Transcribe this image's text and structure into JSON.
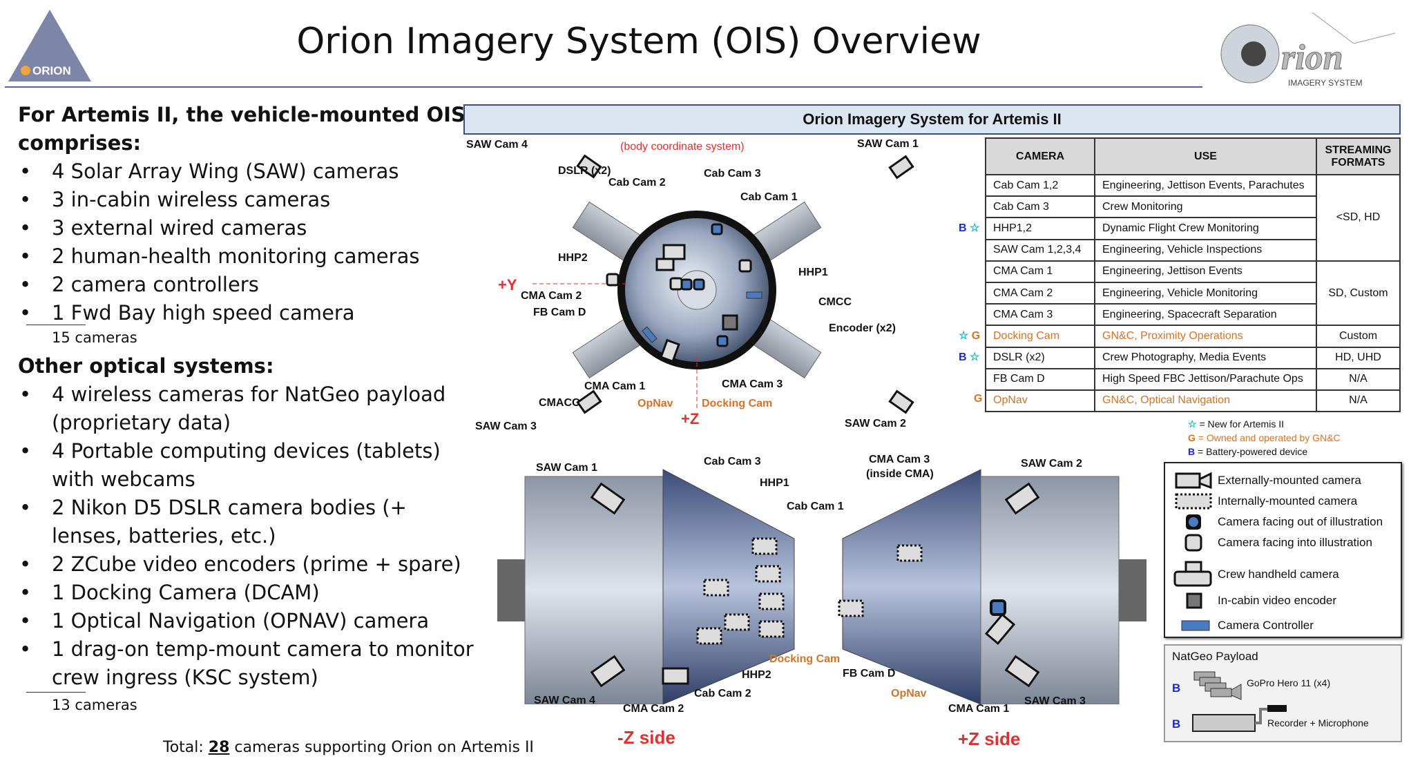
{
  "header": {
    "title": "Orion Imagery System (OIS) Overview",
    "logo_left_text": "ORION",
    "logo_right_text": "Orion IMAGERY SYSTEM"
  },
  "left": {
    "heading": "For Artemis II, the vehicle-mounted OIS comprises:",
    "items": [
      "4 Solar Array Wing (SAW) cameras",
      "3 in-cabin wireless cameras",
      "3 external wired cameras",
      "2 human-health monitoring cameras",
      "2 camera controllers",
      "1 Fwd Bay high speed camera"
    ],
    "count": "15 cameras",
    "heading2": "Other optical systems:",
    "items2": [
      "4 wireless cameras for NatGeo payload (proprietary data)",
      "4 Portable computing devices (tablets) with webcams",
      "2 Nikon D5 DSLR camera bodies (+ lenses, batteries, etc.)",
      "2 ZCube video encoders (prime + spare)",
      "1 Docking Camera (DCAM)",
      "1 Optical Navigation (OPNAV) camera",
      "1 drag-on temp-mount camera to monitor crew ingress (KSC system)"
    ],
    "count2": "13 cameras",
    "total_prefix": "Total: ",
    "total_value": "28",
    "total_suffix": " cameras supporting Orion on Artemis II"
  },
  "panel": {
    "title": "Orion Imagery System for Artemis II"
  },
  "table": {
    "headers": [
      "CAMERA",
      "USE",
      "STREAMING FORMATS"
    ],
    "rows": [
      {
        "camera": "Cab Cam 1,2",
        "use": "Engineering, Jettison Events, Parachutes",
        "marks": ""
      },
      {
        "camera": "Cab Cam 3",
        "use": "Crew Monitoring",
        "marks": ""
      },
      {
        "camera": "HHP1,2",
        "use": "Dynamic Flight Crew Monitoring",
        "marks": "B ☆"
      },
      {
        "camera": "SAW Cam 1,2,3,4",
        "use": "Engineering, Vehicle Inspections",
        "marks": ""
      },
      {
        "camera": "CMA Cam 1",
        "use": "Engineering, Jettison Events",
        "marks": ""
      },
      {
        "camera": "CMA Cam 2",
        "use": "Engineering, Vehicle Monitoring",
        "marks": ""
      },
      {
        "camera": "CMA Cam 3",
        "use": "Engineering, Spacecraft Separation",
        "marks": ""
      },
      {
        "camera": "Docking Cam",
        "use": "GN&C, Proximity Operations",
        "marks": "☆ G"
      },
      {
        "camera": "DSLR (x2)",
        "use": "Crew Photography, Media Events",
        "marks": "B ☆"
      },
      {
        "camera": "FB Cam D",
        "use": "High Speed FBC Jettison/Parachute Ops",
        "marks": ""
      },
      {
        "camera": "OpNav",
        "use": "GN&C, Optical Navigation",
        "marks": "G"
      }
    ],
    "formats": [
      "<SD, HD",
      "SD, Custom",
      "Custom",
      "HD, UHD",
      "N/A",
      "N/A"
    ]
  },
  "key": {
    "star": "= New for Artemis II",
    "g": "= Owned and operated by GN&C",
    "b": "= Battery-powered device",
    "star_sym": "☆",
    "g_sym": "G",
    "b_sym": "B"
  },
  "top_diagram": {
    "labels": [
      "SAW Cam 4",
      "(body coordinate system)",
      "SAW Cam 1",
      "DSLR (x2)",
      "Cab Cam 2",
      "Cab Cam 3",
      "Cab Cam 1",
      "HHP2",
      "HHP1",
      "+Y",
      "CMA Cam 2",
      "FB Cam D",
      "CMCC",
      "Encoder (x2)",
      "CMA Cam 1",
      "CMA Cam 3",
      "CMACC",
      "OpNav",
      "Docking Cam",
      "+Z",
      "SAW Cam 3",
      "SAW Cam 2"
    ]
  },
  "bottom_diagram": {
    "labels": [
      "SAW Cam 1",
      "Cab Cam 3",
      "HHP1",
      "Cab Cam 1",
      "CMA Cam 3",
      "(inside CMA)",
      "SAW Cam 2",
      "Docking Cam",
      "HHP2",
      "FB Cam D",
      "OpNav",
      "Cab Cam 2",
      "SAW Cam 4",
      "CMA Cam 2",
      "CMA Cam 1",
      "SAW Cam 3",
      "-Z side",
      "+Z side"
    ]
  },
  "legend": {
    "items": [
      "Externally-mounted camera",
      "Internally-mounted camera",
      "Camera facing out of illustration",
      "Camera facing into illustration",
      "Crew handheld camera",
      "In-cabin video encoder",
      "Camera Controller"
    ]
  },
  "natgeo": {
    "title": "NatGeo Payload",
    "items": [
      "GoPro Hero 11 (x4)",
      "Recorder + Microphone"
    ],
    "b": "B"
  },
  "colors": {
    "accent": "#d0742a",
    "battery": "#1a2ad0",
    "new": "#18b6c4",
    "axis": "#e03030"
  }
}
